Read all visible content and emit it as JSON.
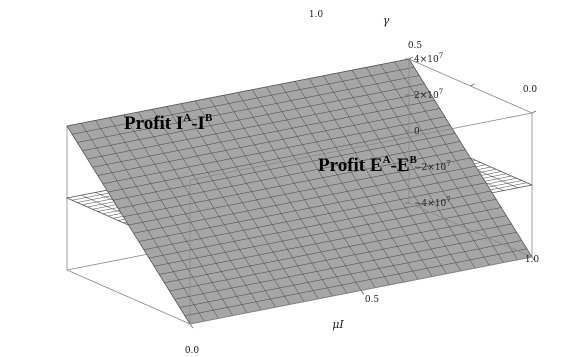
{
  "chart_data": {
    "type": "surface3d",
    "x_axis": {
      "label": "μI",
      "range": [
        0.0,
        1.0
      ],
      "ticks": [
        "0.0",
        "0.5",
        "1.0"
      ]
    },
    "y_axis": {
      "label": "γ",
      "range": [
        0.0,
        1.0
      ],
      "ticks": [
        "0.0",
        "0.5",
        "1.0"
      ]
    },
    "z_axis": {
      "range": [
        -40000000,
        40000000
      ],
      "ticks": [
        {
          "value": 40000000,
          "base": "4",
          "exp": "7",
          "neg": false
        },
        {
          "value": 20000000,
          "base": "2",
          "exp": "7",
          "neg": false
        },
        {
          "value": 0,
          "base": "0",
          "exp": "",
          "neg": false
        },
        {
          "value": -20000000,
          "base": "2",
          "exp": "7",
          "neg": true
        },
        {
          "value": -40000000,
          "base": "4",
          "exp": "7",
          "neg": true
        }
      ]
    },
    "surfaces": [
      {
        "name_parts": {
          "pre": "Profit I",
          "sup1": "A",
          "mid": "-I",
          "sup2": "B"
        },
        "fill": "#a6a6a6",
        "corners": [
          {
            "x": 0.0,
            "y": 0.0,
            "z": -40000000
          },
          {
            "x": 1.0,
            "y": 0.0,
            "z": -40000000
          },
          {
            "x": 1.0,
            "y": 1.0,
            "z": 40000000
          },
          {
            "x": 0.0,
            "y": 1.0,
            "z": 40000000
          }
        ]
      },
      {
        "name_parts": {
          "pre": "Profit E",
          "sup1": "A",
          "mid": "-E",
          "sup2": "B"
        },
        "fill": "#ffffff",
        "corners": [
          {
            "x": 0.0,
            "y": 0.0,
            "z": 0
          },
          {
            "x": 1.0,
            "y": 0.0,
            "z": 0
          },
          {
            "x": 1.0,
            "y": 1.0,
            "z": 0
          },
          {
            "x": 0.0,
            "y": 1.0,
            "z": 0
          }
        ]
      }
    ],
    "grid_lines": 24,
    "box": true,
    "grid": true
  }
}
